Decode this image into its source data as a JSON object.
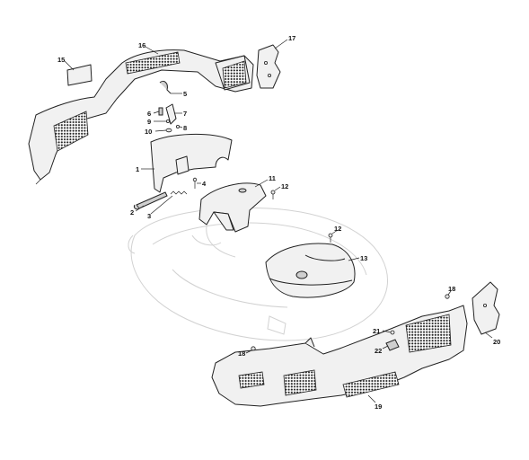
{
  "labels": {
    "p1": "1",
    "p2": "2",
    "p3": "3",
    "p4": "4",
    "p5": "5",
    "p6": "6",
    "p7": "7",
    "p8": "8",
    "p9": "9",
    "p10": "10",
    "p11": "11",
    "p12a": "12",
    "p12b": "12",
    "p13": "13",
    "p15": "15",
    "p16": "16",
    "p17": "17",
    "p18a": "18",
    "p18b": "18",
    "p19": "19",
    "p20": "20",
    "p21": "21",
    "p22": "22"
  },
  "icon": "exploded-parts-diagram"
}
